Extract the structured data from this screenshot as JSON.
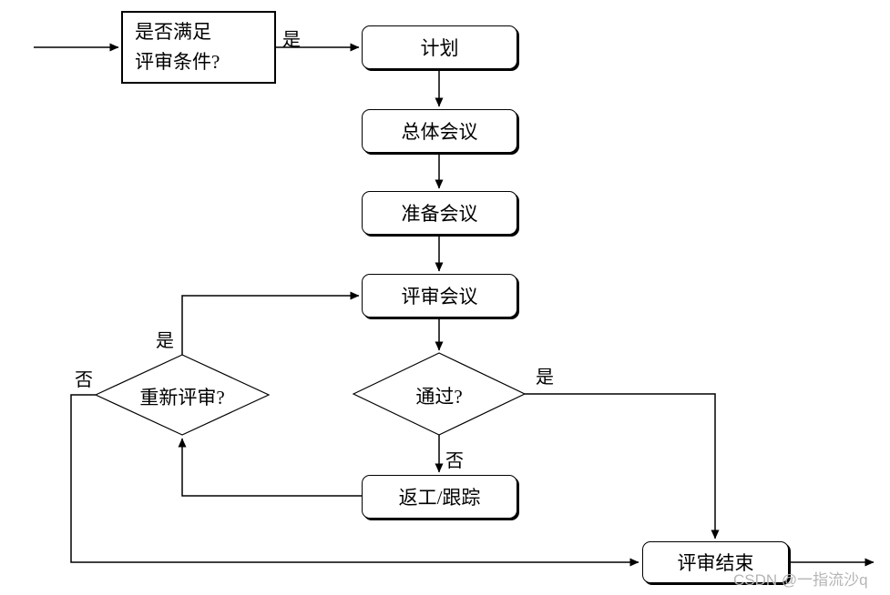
{
  "page": {
    "background": "#ffffff",
    "line_color": "#000000"
  },
  "watermark": {
    "text": "CSDN @一指流沙q",
    "color": "#b5b5b5"
  },
  "nodes": {
    "condition": {
      "line1": "是否满足",
      "line2": "评审条件?"
    },
    "plan": {
      "label": "计划"
    },
    "overall_meeting": {
      "label": "总体会议"
    },
    "prep_meeting": {
      "label": "准备会议"
    },
    "review_meeting": {
      "label": "评审会议"
    },
    "pass_decision": {
      "label": "通过?"
    },
    "re_review_decision": {
      "label": "重新评审?"
    },
    "rework": {
      "label": "返工/跟踪"
    },
    "review_end": {
      "label": "评审结束"
    }
  },
  "edges": [
    {
      "from": "start",
      "to": "condition",
      "label": ""
    },
    {
      "from": "condition",
      "to": "plan",
      "label": "是"
    },
    {
      "from": "plan",
      "to": "overall_meeting",
      "label": ""
    },
    {
      "from": "overall_meeting",
      "to": "prep_meeting",
      "label": ""
    },
    {
      "from": "prep_meeting",
      "to": "review_meeting",
      "label": ""
    },
    {
      "from": "review_meeting",
      "to": "pass_decision",
      "label": ""
    },
    {
      "from": "pass_decision",
      "to": "rework",
      "label": "否"
    },
    {
      "from": "pass_decision",
      "to": "review_end",
      "label": "是"
    },
    {
      "from": "rework",
      "to": "re_review_decision",
      "label": ""
    },
    {
      "from": "re_review_decision",
      "to": "review_meeting",
      "label": "是"
    },
    {
      "from": "re_review_decision",
      "to": "review_end",
      "label": "否"
    },
    {
      "from": "review_end",
      "to": "exit",
      "label": ""
    }
  ]
}
